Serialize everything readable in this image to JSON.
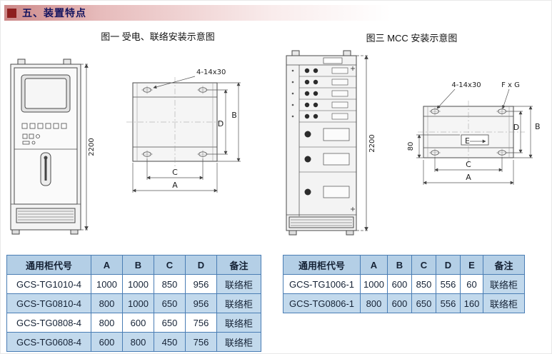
{
  "header": {
    "section_title": "五、装置特点"
  },
  "figures": {
    "fig1": {
      "caption": "图一 受电、联络安装示意图",
      "hole_label": "4-14x30",
      "height_label": "2200",
      "dim_a": "A",
      "dim_b": "B",
      "dim_c": "C",
      "dim_d": "D"
    },
    "fig3": {
      "caption": "图三 MCC 安装示意图",
      "hole_label": "4-14x30",
      "fg_label": "F x G",
      "height_label": "2200",
      "dim_a": "A",
      "dim_b": "B",
      "dim_c": "C",
      "dim_d": "D",
      "dim_e": "E",
      "dim_offset": "80"
    }
  },
  "tables": {
    "left": {
      "headers": [
        "通用柜代号",
        "A",
        "B",
        "C",
        "D",
        "备注"
      ],
      "rows": [
        [
          "GCS-TG1010-4",
          "1000",
          "1000",
          "850",
          "956",
          "联络柜"
        ],
        [
          "GCS-TG0810-4",
          "800",
          "1000",
          "650",
          "956",
          "联络柜"
        ],
        [
          "GCS-TG0808-4",
          "800",
          "600",
          "650",
          "756",
          "联络柜"
        ],
        [
          "GCS-TG0608-4",
          "600",
          "800",
          "450",
          "756",
          "联络柜"
        ]
      ]
    },
    "right": {
      "headers": [
        "通用柜代号",
        "A",
        "B",
        "C",
        "D",
        "E",
        "备注"
      ],
      "rows": [
        [
          "GCS-TG1006-1",
          "1000",
          "600",
          "850",
          "556",
          "60",
          "联络柜"
        ],
        [
          "GCS-TG0806-1",
          "800",
          "600",
          "650",
          "556",
          "160",
          "联络柜"
        ]
      ]
    }
  }
}
